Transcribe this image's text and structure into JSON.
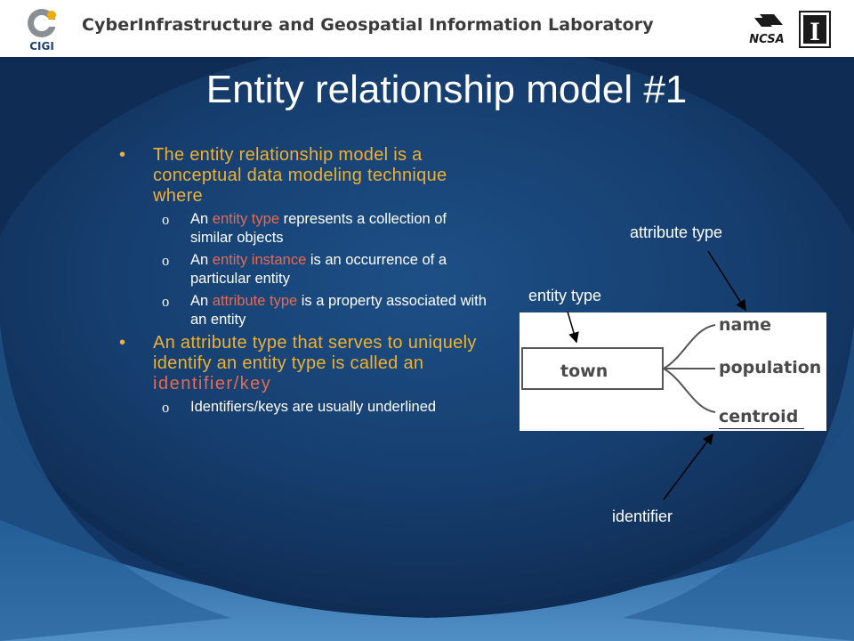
{
  "header": {
    "lab_name": "CyberInfrastructure and Geospatial Information Laboratory",
    "cigi_logo_text": "CIGI",
    "ncsa_logo_text": "NCSA",
    "illinois_logo_text": "I"
  },
  "slide": {
    "title": "Entity relationship model #1",
    "bullets": {
      "b1_text": "The entity relationship model is a conceptual data modeling technique where",
      "sub1_a": "An ",
      "sub1_hl": "entity type",
      "sub1_b": " represents a collection of similar objects",
      "sub2_a": "An ",
      "sub2_hl": "entity instance",
      "sub2_b": " is an occurrence of a particular entity",
      "sub3_a": "An ",
      "sub3_hl": "attribute type",
      "sub3_b": " is a property associated with an entity",
      "b2_text": "An attribute type that serves to uniquely identify an entity type is called an ",
      "b2_hl": "identifier/key",
      "sub4_text": "Identifiers/keys are usually underlined",
      "bullet_symbol": "•",
      "sub_marker": "o"
    },
    "figure": {
      "entity": "town",
      "attributes": [
        "name",
        "population",
        "centroid"
      ],
      "identifier_attribute": "centroid"
    },
    "annotations": {
      "attribute_type": "attribute type",
      "entity_type": "entity type",
      "identifier": "identifier"
    }
  },
  "colors": {
    "background": "#163a69",
    "bullet_text": "#f0b030",
    "highlight": "#e86a50",
    "sub_text": "#ffffff",
    "header_bg": "#ffffff"
  }
}
